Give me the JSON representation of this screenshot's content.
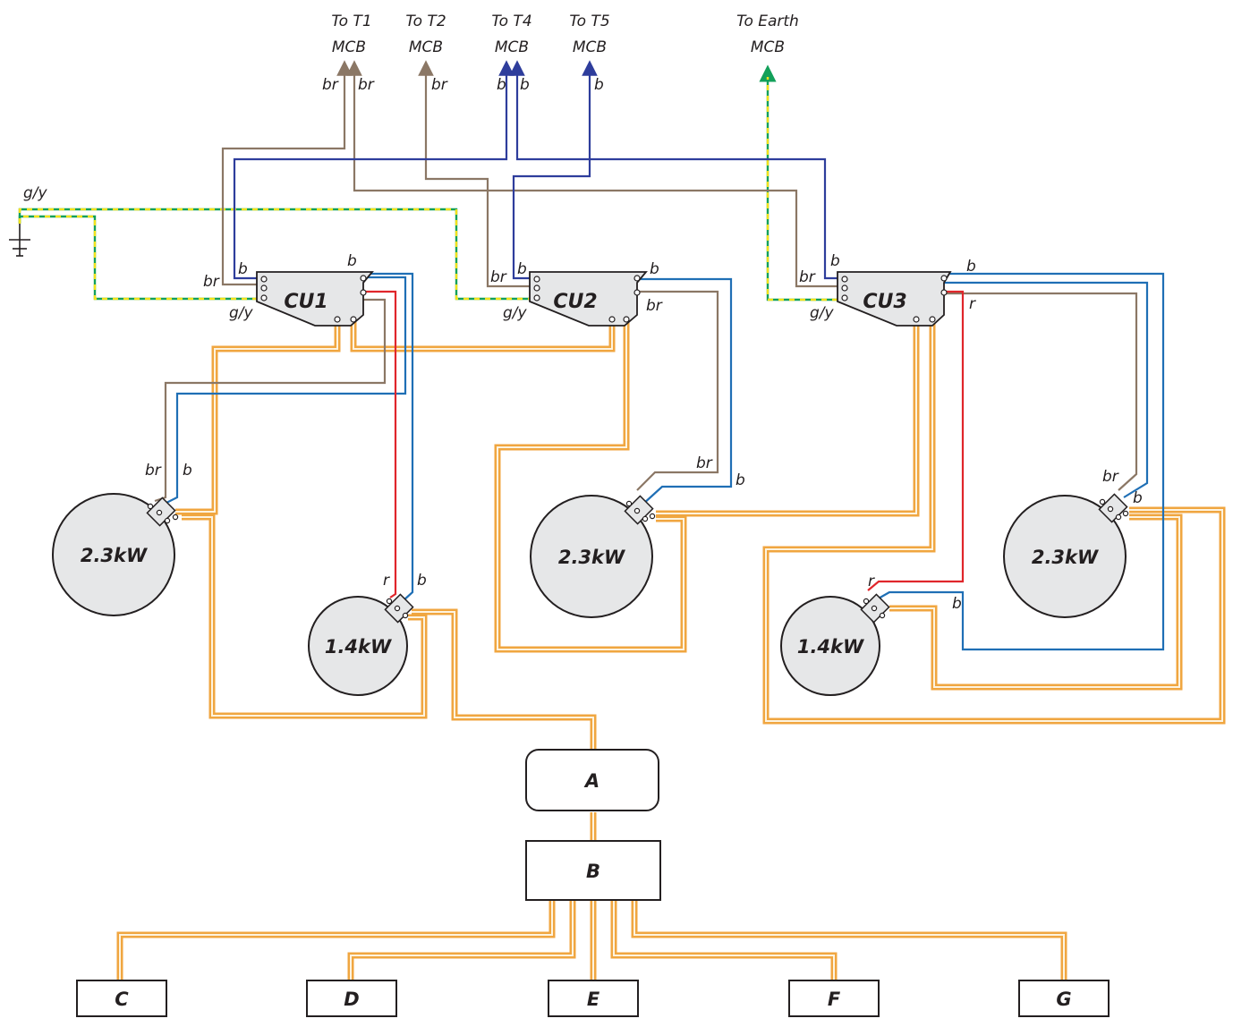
{
  "colors": {
    "brown_wire": "#8b7765",
    "blue_wire_dark": "#2e3d9c",
    "blue_wire": "#1f6fb5",
    "red_wire": "#e0262b",
    "earth_green": "#13a05a",
    "earth_yellow": "#f2e21c",
    "flex_orange": "#f0a640",
    "unit_fill": "#e6e7e8",
    "outline": "#231f20"
  },
  "supply": {
    "t1": [
      "To T1",
      "MCB"
    ],
    "t2": [
      "To T2",
      "MCB"
    ],
    "t4": [
      "To T4",
      "MCB"
    ],
    "t5": [
      "To T5",
      "MCB"
    ],
    "earth": [
      "To Earth",
      "MCB"
    ]
  },
  "wire_labels": {
    "br": "br",
    "b": "b",
    "r": "r",
    "gy": "g/y"
  },
  "control_units": {
    "cu1": "CU1",
    "cu2": "CU2",
    "cu3": "CU3"
  },
  "plates": {
    "p1": "2.3kW",
    "p2": "1.4kW",
    "p3": "2.3kW",
    "p4": "1.4kW",
    "p5": "2.3kW"
  },
  "boxes": {
    "a": "A",
    "b": "B",
    "c": "C",
    "d": "D",
    "e": "E",
    "f": "F",
    "g": "G"
  },
  "earth_symbol_icon": "ground-icon"
}
